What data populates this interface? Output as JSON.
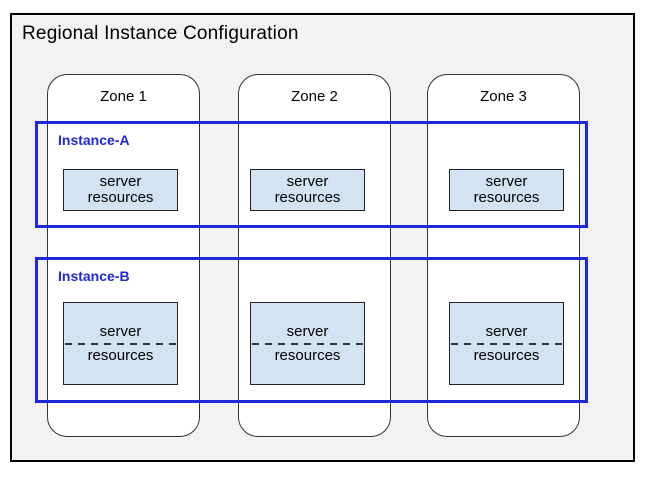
{
  "title": "Regional Instance Configuration",
  "zones": [
    {
      "label": "Zone 1"
    },
    {
      "label": "Zone 2"
    },
    {
      "label": "Zone 3"
    }
  ],
  "instances": [
    {
      "label": "Instance-A",
      "resources": [
        {
          "line1": "server",
          "line2": "resources"
        },
        {
          "line1": "server",
          "line2": "resources"
        },
        {
          "line1": "server",
          "line2": "resources"
        }
      ]
    },
    {
      "label": "Instance-B",
      "resources": [
        {
          "line1": "server",
          "line2": "resources"
        },
        {
          "line1": "server",
          "line2": "resources"
        },
        {
          "line1": "server",
          "line2": "resources"
        }
      ]
    }
  ],
  "colors": {
    "accent_blue": "#1f28d8",
    "resource_fill": "#d3e3f3",
    "canvas_bg": "#f2f2f2",
    "zone_fill": "#ffffff",
    "line_black": "#000000"
  }
}
